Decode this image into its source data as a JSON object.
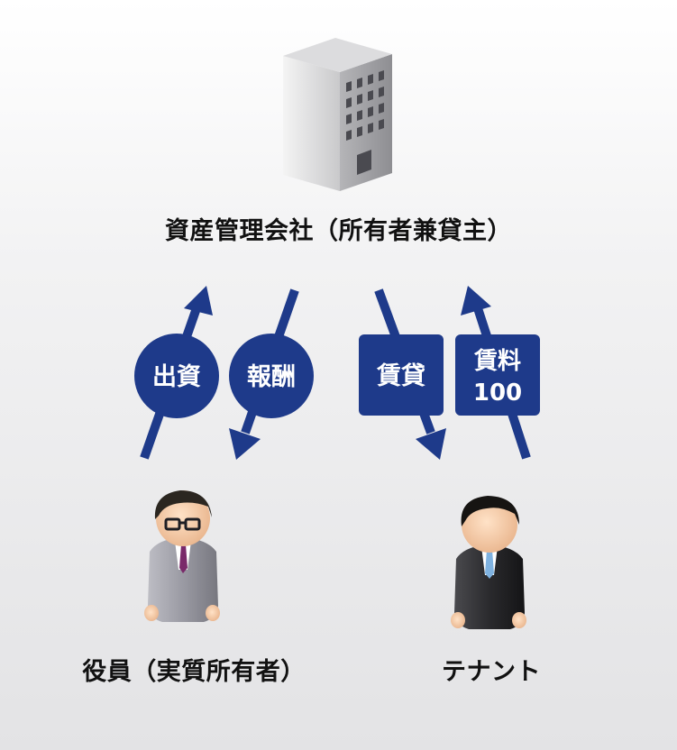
{
  "nodes": {
    "company": "資産管理会社（所有者兼貸主）",
    "executive": "役員（実質所有者）",
    "tenant": "テナント"
  },
  "flows": {
    "investment": "出資",
    "compensation": "報酬",
    "lease": "賃貸",
    "rent_label": "賃料",
    "rent_amount": "100"
  },
  "colors": {
    "badge": "#1e3a8a",
    "text": "#111111",
    "badge_text": "#ffffff"
  },
  "icons": {
    "company": "office-building-icon",
    "executive": "businessman-glasses-icon",
    "tenant": "businessman-icon"
  }
}
